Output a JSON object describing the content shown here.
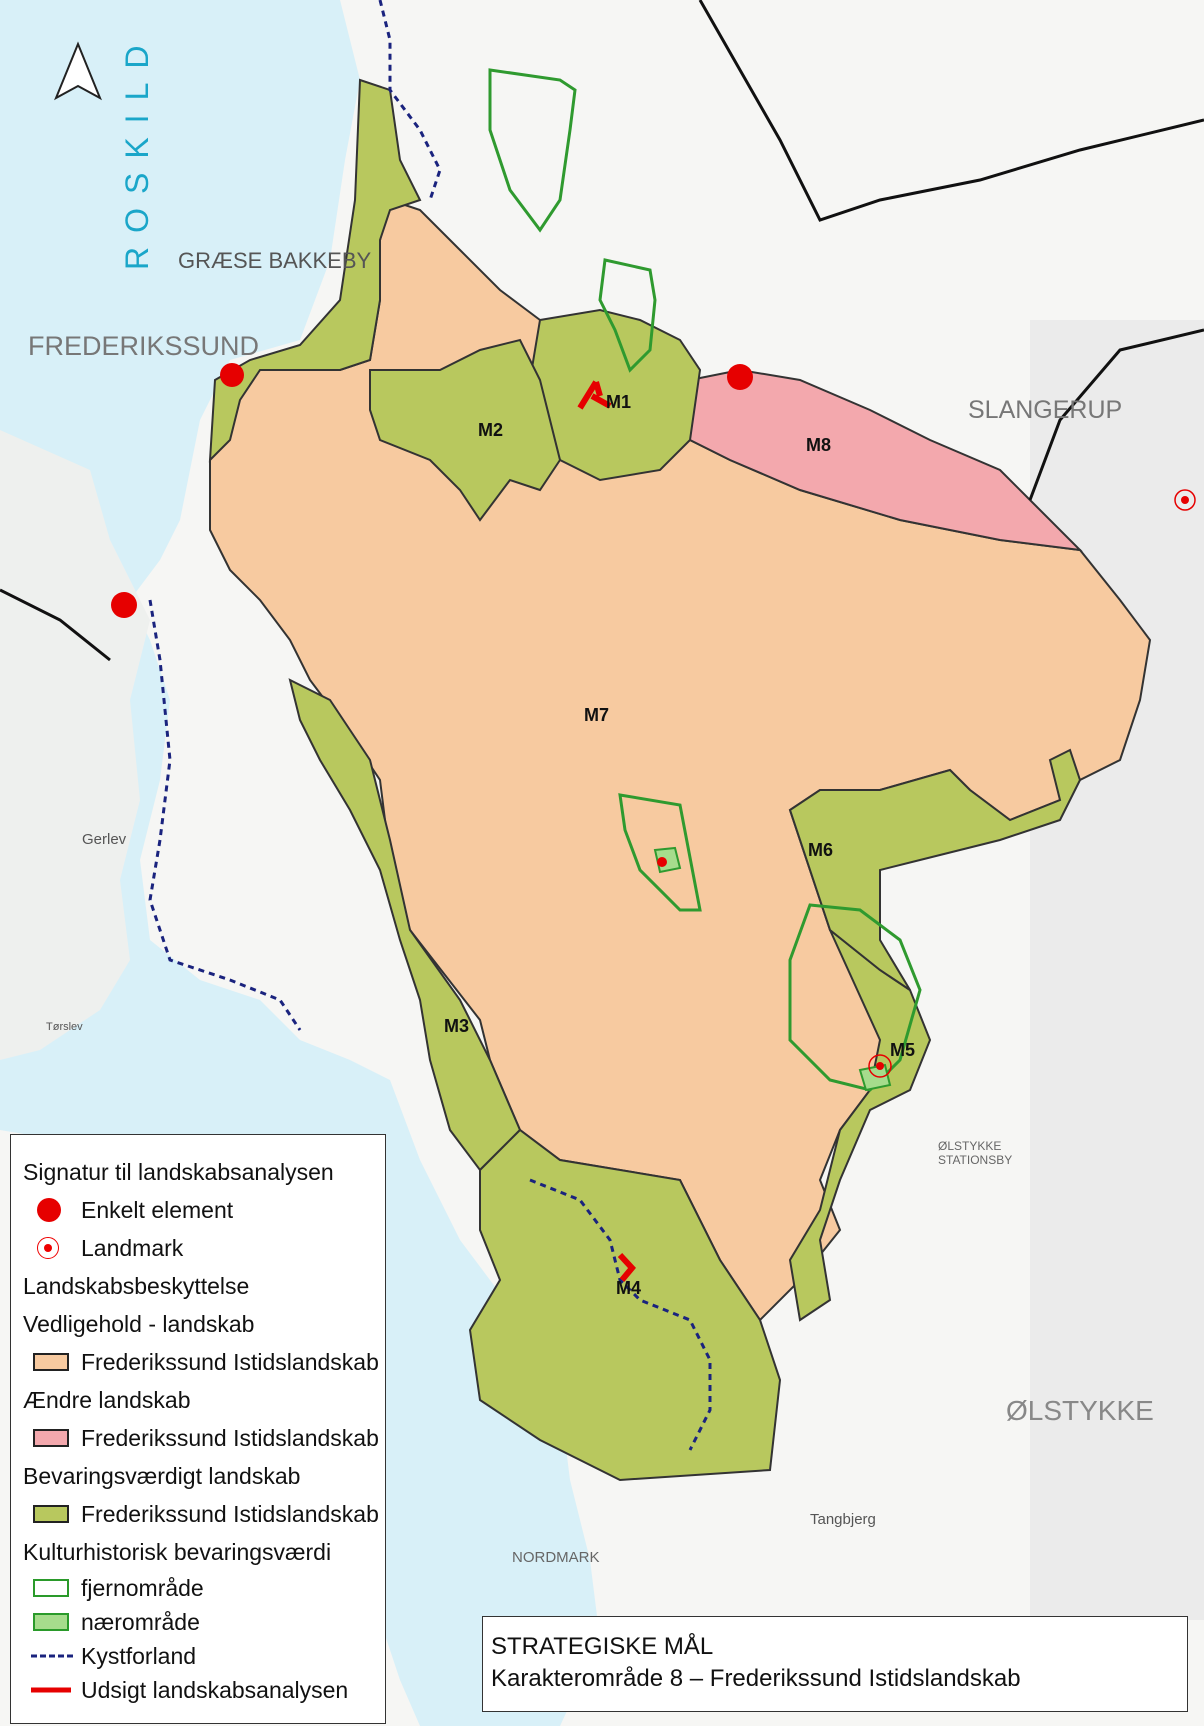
{
  "colors": {
    "water": "#d7f0f8",
    "land": "#f7f7f7",
    "vedligehold": "#f7caa0",
    "aendre": "#f3a7ac",
    "bevaring": "#b8c85e",
    "landmark": "#e60000",
    "kulturhistorisk": "#2f9a2f",
    "kystforland": "#1a237e"
  },
  "map": {
    "north_icon": "north-arrow-icon",
    "place_labels": {
      "roskilde": "ROSKILD",
      "graese_bakkeby": "GRÆSE BAKKEBY",
      "frederikssund": "FREDERIKSSUND",
      "slangerup": "SLANGERUP",
      "olstykke": "ØLSTYKKE",
      "olstykke_stationsby": "ØLSTYKKE\nSTATIONSBY",
      "nordmark": "NORDMARK",
      "gerlev": "Gerlev",
      "tangbjerg": "Tangbjerg",
      "torslev": "Tørslev"
    },
    "areas": {
      "m1": "M1",
      "m2": "M2",
      "m3": "M3",
      "m4": "M4",
      "m5": "M5",
      "m6": "M6",
      "m7": "M7",
      "m8": "M8"
    }
  },
  "legend": {
    "heading": "Signatur til landskabsanalysen",
    "enkelt_element": "Enkelt element",
    "landmark": "Landmark",
    "beskyttelse_heading": "Landskabsbeskyttelse",
    "vedligehold_heading": "Vedligehold - landskab",
    "vedligehold_item": "Frederikssund Istidslandskab",
    "aendre_heading": "Ændre landskab",
    "aendre_item": "Frederikssund Istidslandskab",
    "bevaring_heading": "Bevaringsværdigt landskab",
    "bevaring_item": "Frederikssund Istidslandskab",
    "kultur_heading": "Kulturhistorisk bevaringsværdi",
    "fjernomraade": "fjernområde",
    "naeromraade": "nærområde",
    "kystforland": "Kystforland",
    "udsigt": "Udsigt landskabsanalysen"
  },
  "title": {
    "line1": "STRATEGISKE MÅL",
    "line2": "Karakterområde 8 – Frederikssund Istidslandskab"
  }
}
